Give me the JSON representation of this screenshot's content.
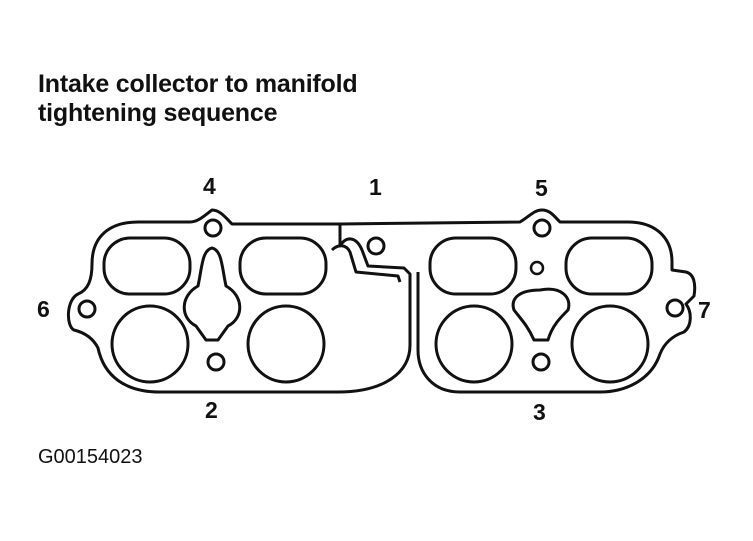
{
  "title": {
    "line1": "Intake collector to manifold",
    "line2": "tightening sequence"
  },
  "bolts": [
    {
      "label": "1"
    },
    {
      "label": "2"
    },
    {
      "label": "3"
    },
    {
      "label": "4"
    },
    {
      "label": "5"
    },
    {
      "label": "6"
    },
    {
      "label": "7"
    }
  ],
  "figure_code": "G00154023",
  "colors": {
    "ink": "#111111",
    "paper": "#ffffff"
  }
}
